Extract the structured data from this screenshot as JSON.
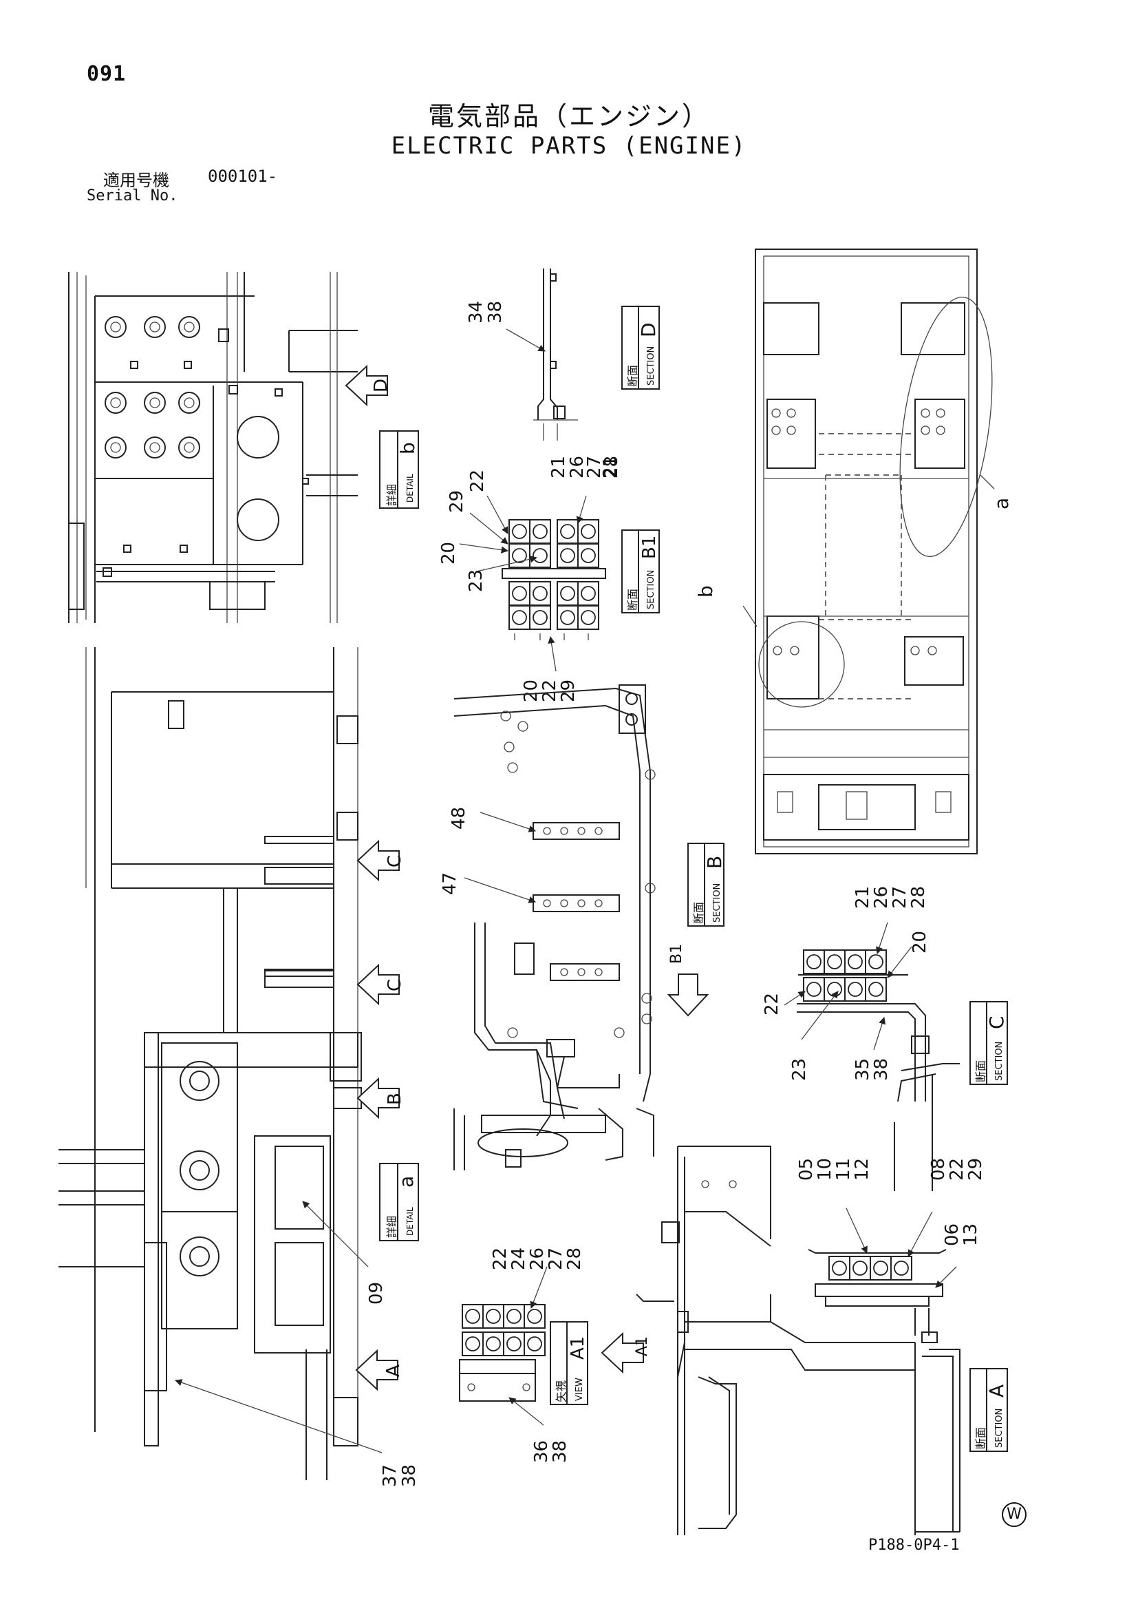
{
  "page": {
    "number": "091",
    "title_jp": "電気部品（エンジン）",
    "title_en": "ELECTRIC PARTS (ENGINE)",
    "serial_label_jp": "適用号機",
    "serial_value": "000101-",
    "serial_label_en": "Serial No.",
    "page_code": "P188-0P4-1",
    "corner_mark": "W"
  },
  "views": {
    "section_label_jp": "断面",
    "section_label_en": "SECTION",
    "detail_label_jp": "詳細",
    "detail_label_en": "DETAIL",
    "view_label_jp": "矢視",
    "view_label_en": "VIEW",
    "section_d": "D",
    "section_b1": "B1",
    "section_b": "B",
    "section_c": "C",
    "section_a": "A",
    "detail_a": "a",
    "detail_b": "b",
    "view_a1": "A1"
  },
  "arrows": {
    "d": "D",
    "c1": "C",
    "c2": "C",
    "b": "B",
    "a": "A",
    "b1": "B1",
    "a1": "A1"
  },
  "callouts": {
    "g_34_38": [
      "34",
      "38"
    ],
    "g_21_28": [
      "21",
      "26",
      "27",
      "28"
    ],
    "c_22": "22",
    "c_29": "29",
    "c_20": "20",
    "c_23": "23",
    "g_20_22_29": [
      "20",
      "22",
      "29"
    ],
    "c_48": "48",
    "c_47": "47",
    "gc_21_28": [
      "21",
      "26",
      "27",
      "28"
    ],
    "gc_20": "20",
    "gc_22": "22",
    "gc_23": "23",
    "gc_35_38": [
      "35",
      "38"
    ],
    "c_09": "09",
    "g_22_28": [
      "22",
      "24",
      "26",
      "27",
      "28"
    ],
    "g_36_38": [
      "36",
      "38"
    ],
    "g_37_38": [
      "37",
      "38"
    ],
    "g_05_12": [
      "05",
      "10",
      "11",
      "12"
    ],
    "g_08_29": [
      "08",
      "22",
      "29"
    ],
    "g_06_13": [
      "06",
      "13"
    ],
    "overview_a": "a",
    "overview_b": "b"
  }
}
